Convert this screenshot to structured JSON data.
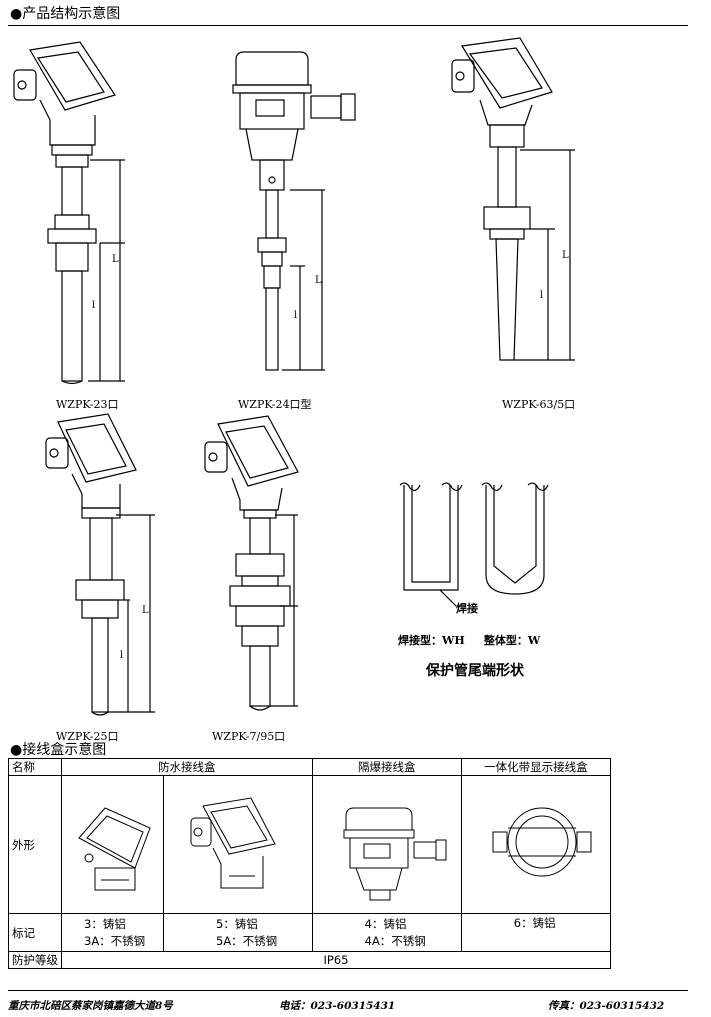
{
  "section1": {
    "title": "●产品结构示意图"
  },
  "products": [
    {
      "model": "WZPK-23口"
    },
    {
      "model": "WZPK-24口型"
    },
    {
      "model": "WZPK-63/5口"
    },
    {
      "model": "WZPK-25口"
    },
    {
      "model": "WZPK-7/95口"
    }
  ],
  "dims": {
    "L": "L",
    "l": "l"
  },
  "tube_end": {
    "weld_label": "焊接",
    "types": "焊接型：WH     整体型：W",
    "title": "保护管尾端形状"
  },
  "section2": {
    "title": "●接线盒示意图"
  },
  "junction_table": {
    "headers": [
      "名称",
      "防水接线盒",
      "隔爆接线盒",
      "一体化带显示接线盒"
    ],
    "row_appearance": "外形",
    "row_mark": "标记",
    "marks": {
      "waterproof_a_1": "3：铸铝",
      "waterproof_a_2": "3A：不锈钢",
      "waterproof_b_1": "5：铸铝",
      "waterproof_b_2": "5A：不锈钢",
      "explosion_1": "4：铸铝",
      "explosion_2": "4A：不锈钢",
      "display": "6：铸铝"
    },
    "row_protection": "防护等级",
    "protection": "IP65"
  },
  "footer": {
    "address": "重庆市北碚区蔡家岗镇嘉德大道8号",
    "phone": "电话：023-60315431",
    "fax": "传真：023-60315432"
  }
}
